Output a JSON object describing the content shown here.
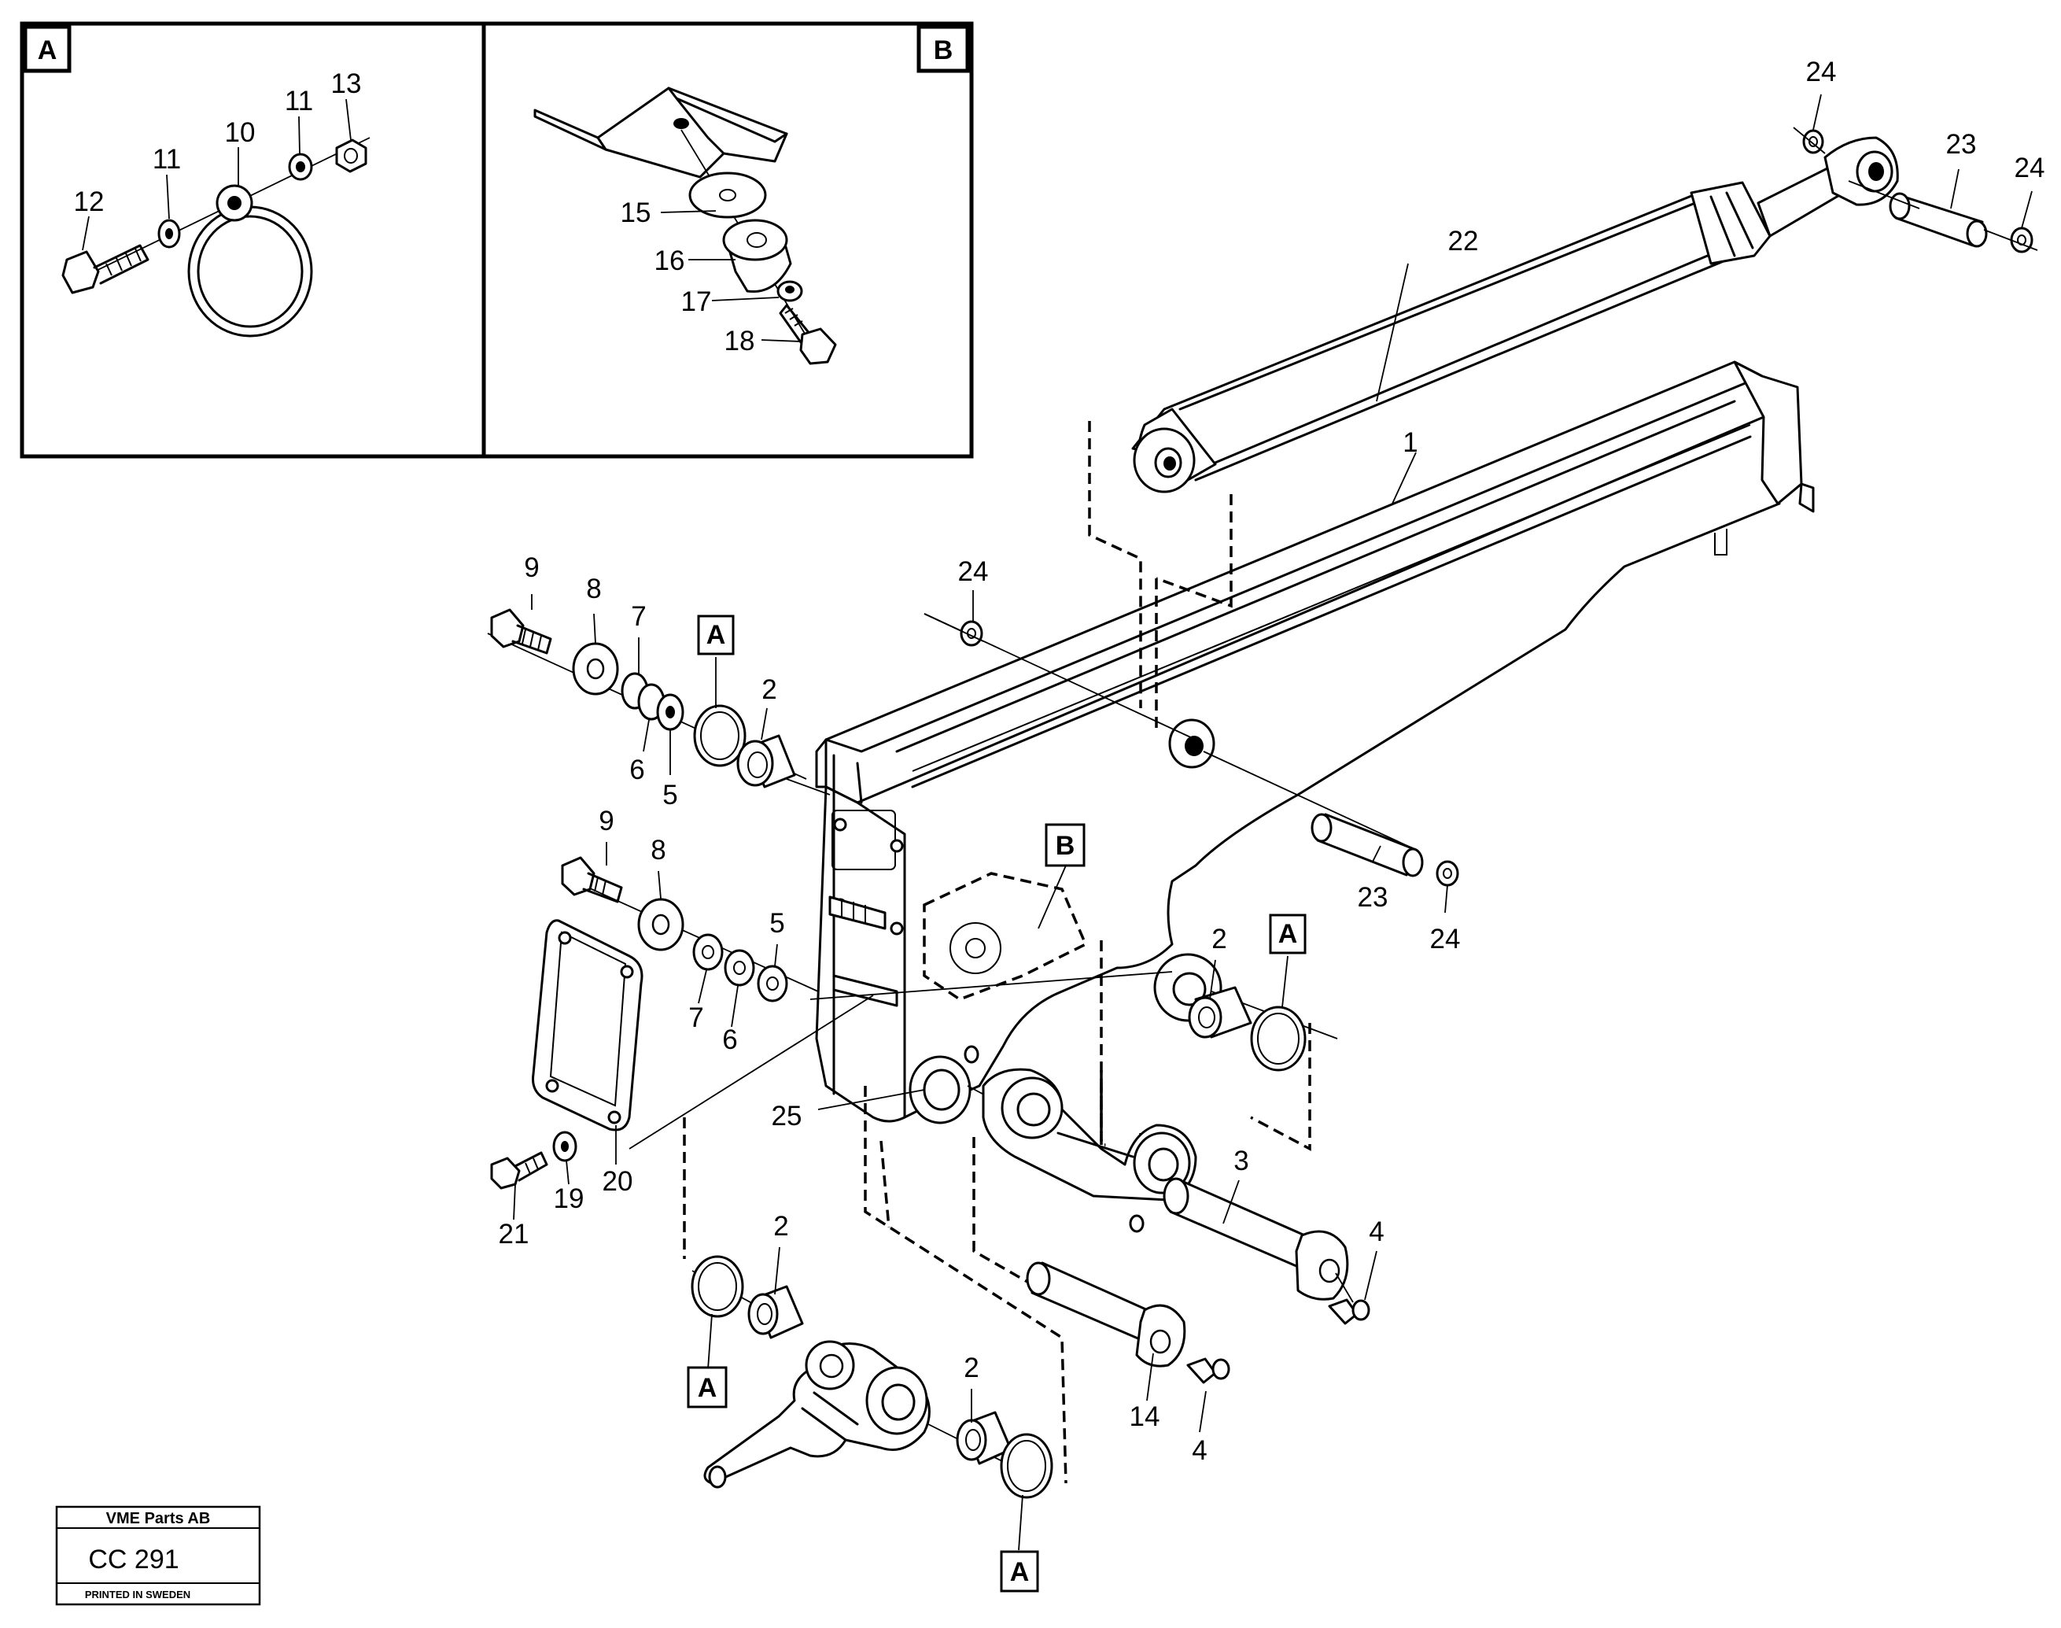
{
  "detail_panels": [
    {
      "id": "A",
      "label": "A"
    },
    {
      "id": "B",
      "label": "B"
    }
  ],
  "callouts": {
    "c1": "1",
    "c2a": "2",
    "c2b": "2",
    "c2c": "2",
    "c2d": "2",
    "c3": "3",
    "c4a": "4",
    "c4b": "4",
    "c5a": "5",
    "c5b": "5",
    "c6a": "6",
    "c6b": "6",
    "c7a": "7",
    "c7b": "7",
    "c8a": "8",
    "c8b": "8",
    "c9a": "9",
    "c9b": "9",
    "c10": "10",
    "c11a": "11",
    "c11b": "11",
    "c12": "12",
    "c13": "13",
    "c14": "14",
    "c15": "15",
    "c16": "16",
    "c17": "17",
    "c18": "18",
    "c19": "19",
    "c20": "20",
    "c21": "21",
    "c22": "22",
    "c23a": "23",
    "c23b": "23",
    "c24a": "24",
    "c24b": "24",
    "c24c": "24",
    "c24d": "24",
    "c25": "25"
  },
  "reference_tags": {
    "tA1": "A",
    "tA2": "A",
    "tA3": "A",
    "tA4": "A",
    "tB": "B"
  },
  "stamp": {
    "company": "VME Parts AB",
    "code": "CC 291",
    "footer": "PRINTED IN SWEDEN"
  }
}
